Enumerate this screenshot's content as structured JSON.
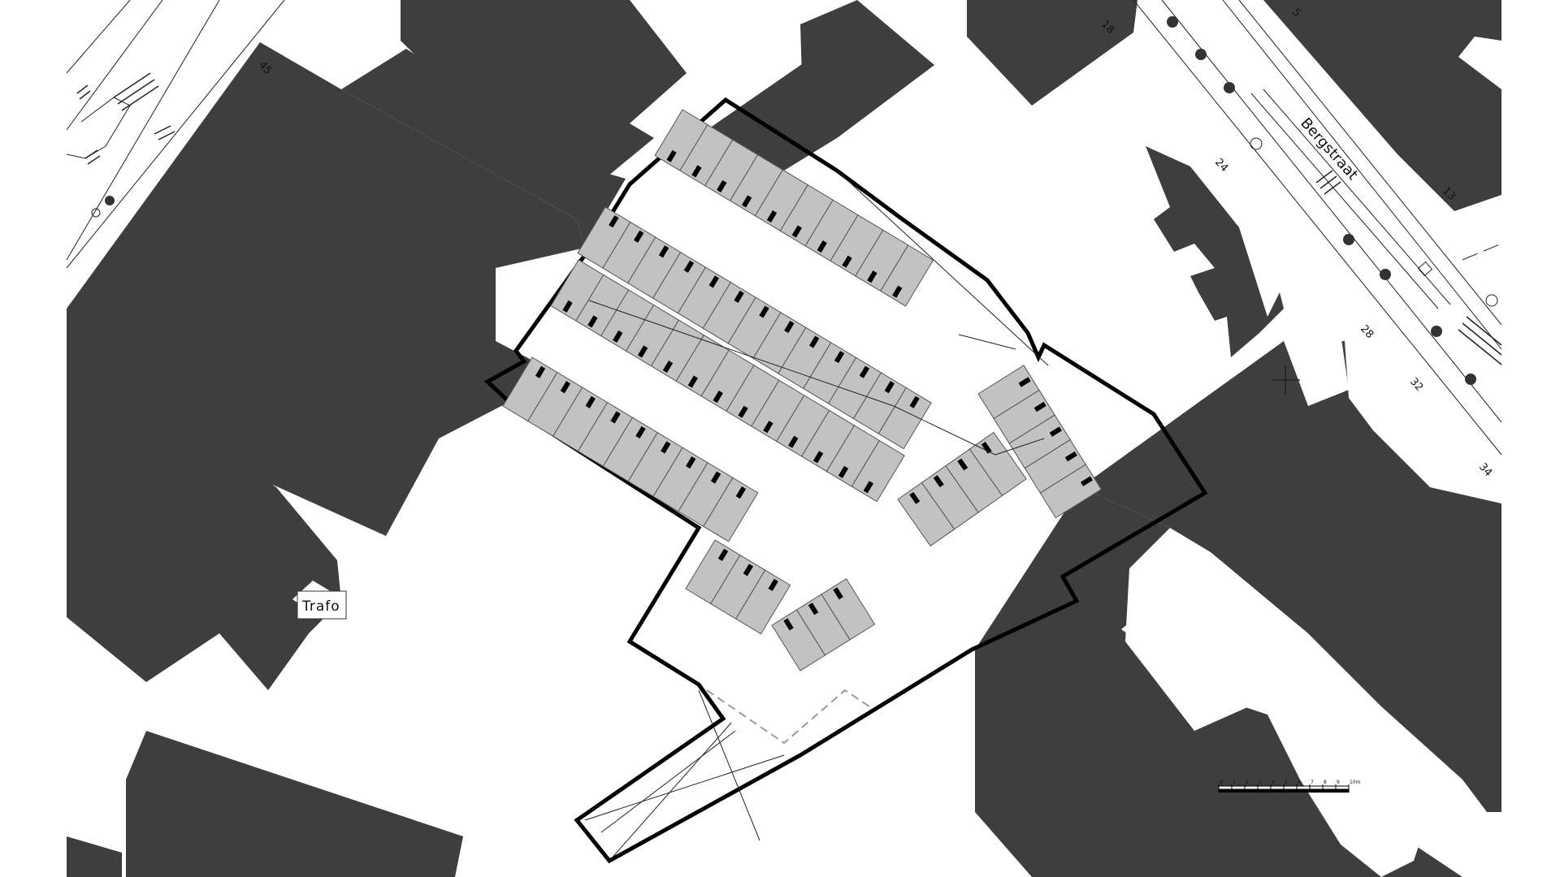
{
  "labels": {
    "street_name": "Bergstraat",
    "trafo": "Trafo",
    "house_numbers": [
      "45",
      "18",
      "5",
      "24",
      "13",
      "28",
      "32",
      "34"
    ]
  },
  "scale_bar": {
    "ticks": [
      "0",
      "1",
      "2",
      "3",
      "4",
      "5",
      "6",
      "7",
      "8",
      "9",
      "10m"
    ]
  },
  "colors": {
    "building": "#3e3e3e",
    "parking_bay": "#c2c2c2",
    "outline": "#000000",
    "background": "#ffffff"
  }
}
